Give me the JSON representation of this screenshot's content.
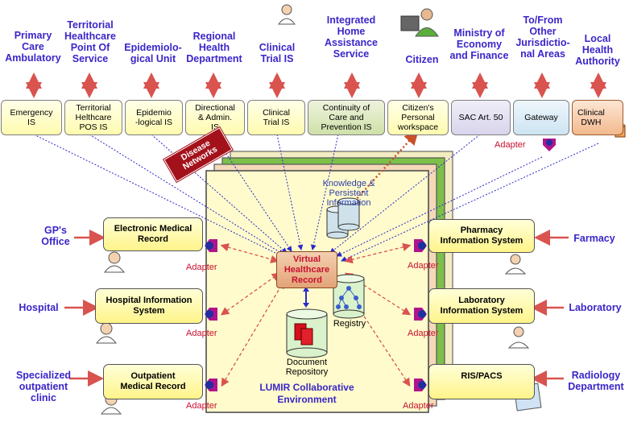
{
  "top_labels": [
    {
      "id": "primary-care",
      "text": "Primary\nCare\nAmbulatory"
    },
    {
      "id": "territorial-pos",
      "text": "Territorial\nHealthcare\nPoint Of\nService"
    },
    {
      "id": "epidemiological-unit",
      "text": "Epidemiolo-\ngical Unit"
    },
    {
      "id": "regional-health",
      "text": "Regional\nHealth\nDepartment"
    },
    {
      "id": "clinical-trial",
      "text": "Clinical\nTrial IS"
    },
    {
      "id": "home-assistance",
      "text": "Integrated\nHome\nAssistance\nService"
    },
    {
      "id": "citizen",
      "text": "Citizen"
    },
    {
      "id": "ministry",
      "text": "Ministry of\nEconomy\nand Finance"
    },
    {
      "id": "other-jurisdictions",
      "text": "To/From\nOther\nJurisdictio-\nnal Areas"
    },
    {
      "id": "local-health",
      "text": "Local\nHealth\nAuthority"
    }
  ],
  "top_systems": [
    {
      "id": "emergency-is",
      "text": "Emergency\nIS",
      "style": "ybox"
    },
    {
      "id": "territorial-pos-is",
      "text": "Territorial\nHelthcare\nPOS IS",
      "style": "ybox"
    },
    {
      "id": "epidemiological-is",
      "text": "Epidemio\n-logical IS",
      "style": "ybox"
    },
    {
      "id": "directional-admin-is",
      "text": "Directional\n& Admin.\nIS",
      "style": "ybox"
    },
    {
      "id": "clinical-trial-is",
      "text": "Clinical\nTrial IS",
      "style": "ybox"
    },
    {
      "id": "continuity-care-is",
      "text": "Continuity of\nCare and\nPrevention IS",
      "style": "gbox"
    },
    {
      "id": "citizen-workspace",
      "text": "Citizen's\nPersonal\nworkspace",
      "style": "ybox"
    },
    {
      "id": "sac-art-50",
      "text": "SAC Art. 50",
      "style": "lilac"
    },
    {
      "id": "gateway",
      "text": "Gateway",
      "style": "blue"
    },
    {
      "id": "clinical-dwh",
      "text": "Clinical\nDWH",
      "style": "orange"
    }
  ],
  "left_labels": [
    {
      "id": "gp-office",
      "text": "GP's\nOffice"
    },
    {
      "id": "hospital",
      "text": "Hospital"
    },
    {
      "id": "specialized-clinic",
      "text": "Specialized\noutpatient\nclinic"
    }
  ],
  "left_systems": [
    {
      "id": "emr",
      "text": "Electronic Medical\nRecord"
    },
    {
      "id": "his",
      "text": "Hospital Information\nSystem"
    },
    {
      "id": "outpatient-record",
      "text": "Outpatient\nMedical Record"
    }
  ],
  "right_labels": [
    {
      "id": "farmacy",
      "text": "Farmacy"
    },
    {
      "id": "laboratory",
      "text": "Laboratory"
    },
    {
      "id": "radiology",
      "text": "Radiology\nDepartment"
    }
  ],
  "right_systems": [
    {
      "id": "pharmacy-is",
      "text": "Pharmacy\nInformation System"
    },
    {
      "id": "laboratory-is",
      "text": "Laboratory\nInformation System"
    },
    {
      "id": "ris-pacs",
      "text": "RIS/PACS"
    }
  ],
  "adapter_label": "Adapter",
  "disease_networks": "Disease\nNetworks",
  "knowledge": "Knowledge &\nPersistent\nInformation",
  "virtual_record": "Virtual\nHealthcare\nRecord",
  "registry": "Registry",
  "document_repository": "Document\nRepository",
  "lumir": "LUMIR Collaborative\nEnvironment",
  "colors": {
    "label": "#3a26c9",
    "arrow": "#d9534f",
    "adapter": "#c8102e",
    "dotted": "#2a2acb",
    "platform": "#fffbcc"
  }
}
